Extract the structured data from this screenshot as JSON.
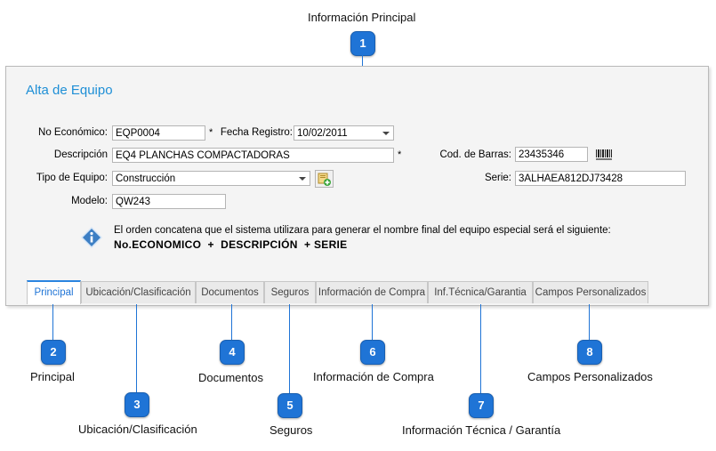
{
  "callouts": {
    "c1": {
      "num": "1",
      "title": "Información Principal"
    },
    "c2": {
      "num": "2",
      "title": "Principal"
    },
    "c3": {
      "num": "3",
      "title": "Ubicación/Clasificación"
    },
    "c4": {
      "num": "4",
      "title": "Documentos"
    },
    "c5": {
      "num": "5",
      "title": "Seguros"
    },
    "c6": {
      "num": "6",
      "title": "Información de Compra"
    },
    "c7": {
      "num": "7",
      "title": "Información Técnica / Garantía"
    },
    "c8": {
      "num": "8",
      "title": "Campos Personalizados"
    }
  },
  "colors": {
    "accent": "#1f74d6",
    "title": "#1e8fd6"
  },
  "window": {
    "title": "Alta de Equipo"
  },
  "form": {
    "no_economico": {
      "label": "No Económico:",
      "value": "EQP0004",
      "required": "*"
    },
    "fecha_registro": {
      "label": "Fecha Registro:",
      "value": "10/02/2011"
    },
    "descripcion": {
      "label": "Descripción",
      "value": "EQ4 PLANCHAS COMPACTADORAS",
      "required": "*"
    },
    "cod_barras": {
      "label": "Cod. de Barras:",
      "value": "23435346",
      "icon": "barcode-icon"
    },
    "tipo_equipo": {
      "label": "Tipo de Equipo:",
      "value": "Construcción",
      "add_icon": "add-folder-icon"
    },
    "serie": {
      "label": "Serie:",
      "value": "3ALHAEA812DJ73428"
    },
    "modelo": {
      "label": "Modelo:",
      "value": "QW243"
    }
  },
  "info": {
    "icon": "info-icon",
    "text": "El orden  concatena que el sistema utilizara para generar el nombre final del equipo especial  será el siguiente:",
    "formula": "No.ECONOMICO  +  DESCRIPCIÓN  + SERIE"
  },
  "tabs": [
    {
      "label": "Principal"
    },
    {
      "label": "Ubicación/Clasificación"
    },
    {
      "label": "Documentos"
    },
    {
      "label": "Seguros"
    },
    {
      "label": "Información de Compra"
    },
    {
      "label": "Inf.Técnica/Garantia"
    },
    {
      "label": "Campos Personalizados"
    }
  ]
}
